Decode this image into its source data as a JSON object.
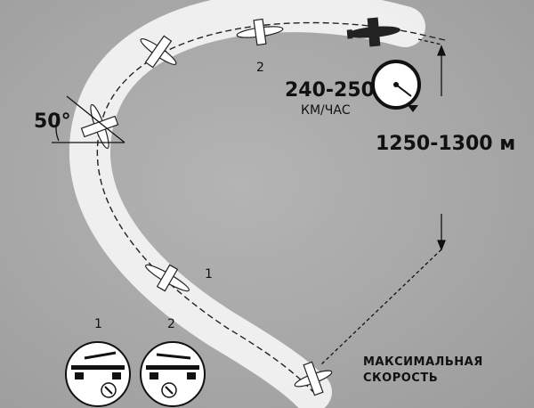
{
  "labels": {
    "angle": "50°",
    "speed": "240-250",
    "speed_unit": "КМ/ЧАС",
    "altitude": "1250-1300 м",
    "position_1": "1",
    "position_2": "2",
    "max_speed_line1": "МАКСИМАЛЬНАЯ",
    "max_speed_line2": "СКОРОСТЬ",
    "inset_1": "1",
    "inset_2": "2"
  },
  "colors": {
    "background": "#a8a8a8",
    "path_band": "#f4f4f4",
    "ink": "#111111"
  },
  "icons": [
    "aircraft-icon",
    "airspeed-gauge-icon",
    "control-stick-diagram-icon"
  ]
}
